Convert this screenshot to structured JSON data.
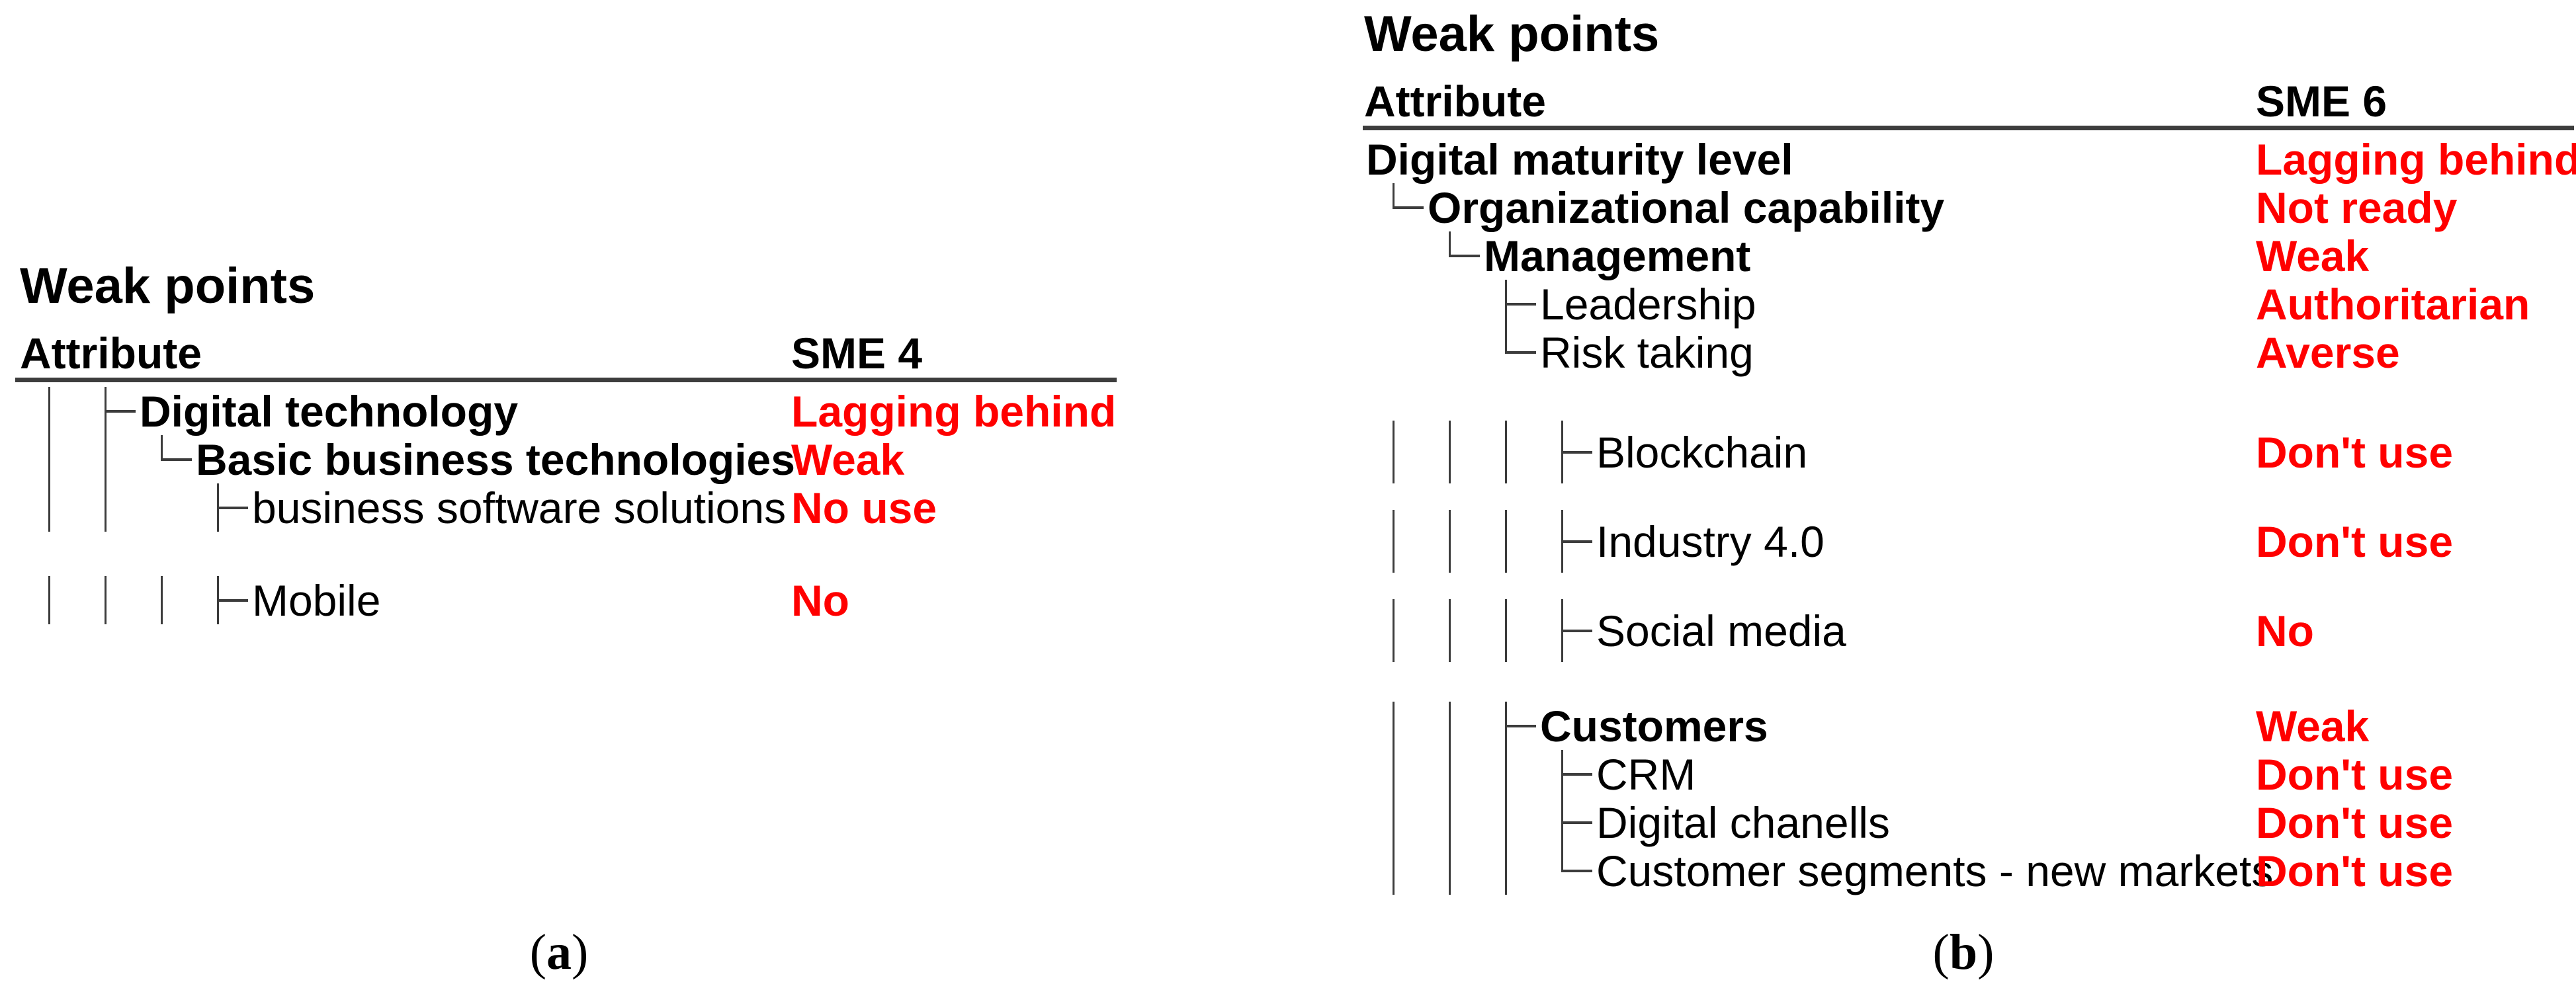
{
  "colors": {
    "text": "#000000",
    "value_red": "#ff0000",
    "rule_gray": "#3d3d3d",
    "guide_gray": "#3c3c3c"
  },
  "panels": [
    {
      "title": "Weak points",
      "columns": {
        "attribute": "Attribute",
        "value": "SME 4"
      },
      "caption": {
        "open": "(",
        "letter": "a",
        "close": ")"
      },
      "blocks": [
        {
          "rows": [
            {
              "cells": [
                "bar"
              ],
              "branch": "tee",
              "label": "Digital technology",
              "bold": true,
              "value": "Lagging behind"
            },
            {
              "cells": [
                "bar",
                "bar"
              ],
              "branch": "elbow",
              "label": "Basic business technologies",
              "bold": true,
              "value": "Weak"
            },
            {
              "cells": [
                "bar",
                "bar",
                "blank"
              ],
              "branch": "tee",
              "label": "business software solutions",
              "bold": false,
              "value": "No use"
            }
          ]
        },
        {
          "rows": [
            {
              "cells": [
                "bar",
                "bar",
                "bar"
              ],
              "branch": "tee",
              "label": "Mobile",
              "bold": false,
              "value": "No"
            }
          ]
        }
      ]
    },
    {
      "title": "Weak points",
      "columns": {
        "attribute": "Attribute",
        "value": "SME 6"
      },
      "caption": {
        "open": "(",
        "letter": "b",
        "close": ")"
      },
      "blocks": [
        {
          "rows": [
            {
              "cells": [],
              "branch": null,
              "label": "Digital maturity level",
              "bold": true,
              "value": "Lagging behind"
            },
            {
              "cells": [],
              "branch": "elbow",
              "label": "Organizational capability",
              "bold": true,
              "value": "Not ready"
            },
            {
              "cells": [
                "blank"
              ],
              "branch": "elbow",
              "label": "Management",
              "bold": true,
              "value": "Weak"
            },
            {
              "cells": [
                "blank",
                "blank"
              ],
              "branch": "tee",
              "label": "Leadership",
              "bold": false,
              "value": "Authoritarian"
            },
            {
              "cells": [
                "blank",
                "blank"
              ],
              "branch": "elbow",
              "label": "Risk taking",
              "bold": false,
              "value": "Averse"
            }
          ]
        },
        {
          "rows": [
            {
              "cells": [
                "bar",
                "bar",
                "bar"
              ],
              "branch": "tee",
              "label": "Blockchain",
              "bold": false,
              "value": "Don't use"
            }
          ]
        },
        {
          "rows": [
            {
              "cells": [
                "bar",
                "bar",
                "bar"
              ],
              "branch": "tee",
              "label": "Industry 4.0",
              "bold": false,
              "value": "Don't use"
            }
          ]
        },
        {
          "rows": [
            {
              "cells": [
                "bar",
                "bar",
                "bar"
              ],
              "branch": "tee",
              "label": "Social media",
              "bold": false,
              "value": "No"
            }
          ]
        },
        {
          "rows": [
            {
              "cells": [
                "bar",
                "bar"
              ],
              "branch": "tee",
              "label": "Customers",
              "bold": true,
              "value": "Weak"
            },
            {
              "cells": [
                "bar",
                "bar",
                "bar"
              ],
              "branch": "tee",
              "label": "CRM",
              "bold": false,
              "value": "Don't use"
            },
            {
              "cells": [
                "bar",
                "bar",
                "bar"
              ],
              "branch": "tee",
              "label": "Digital chanells",
              "bold": false,
              "value": "Don't use"
            },
            {
              "cells": [
                "bar",
                "bar",
                "bar"
              ],
              "branch": "elbow",
              "label": "Customer segments - new markets",
              "bold": false,
              "value": "Don't use"
            }
          ]
        }
      ]
    }
  ]
}
